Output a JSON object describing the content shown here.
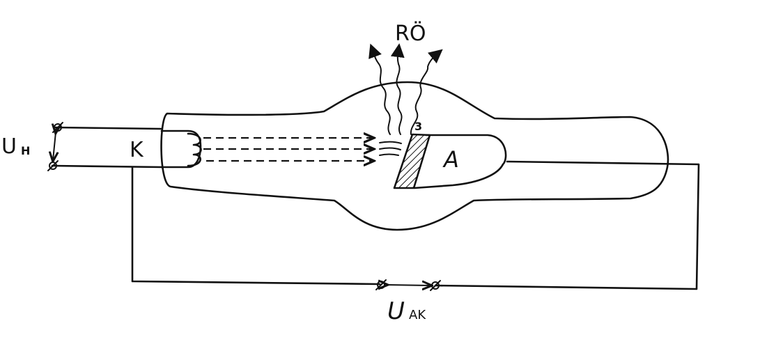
{
  "labels": {
    "xray": "RÖ",
    "heater_voltage": "U",
    "heater_voltage_sub": "H",
    "cathode": "K",
    "anode": "A",
    "target": "3",
    "anode_cathode_voltage": "U",
    "anode_cathode_voltage_sub": "AK"
  },
  "colors": {
    "ink": "#111111",
    "background": "#ffffff"
  }
}
